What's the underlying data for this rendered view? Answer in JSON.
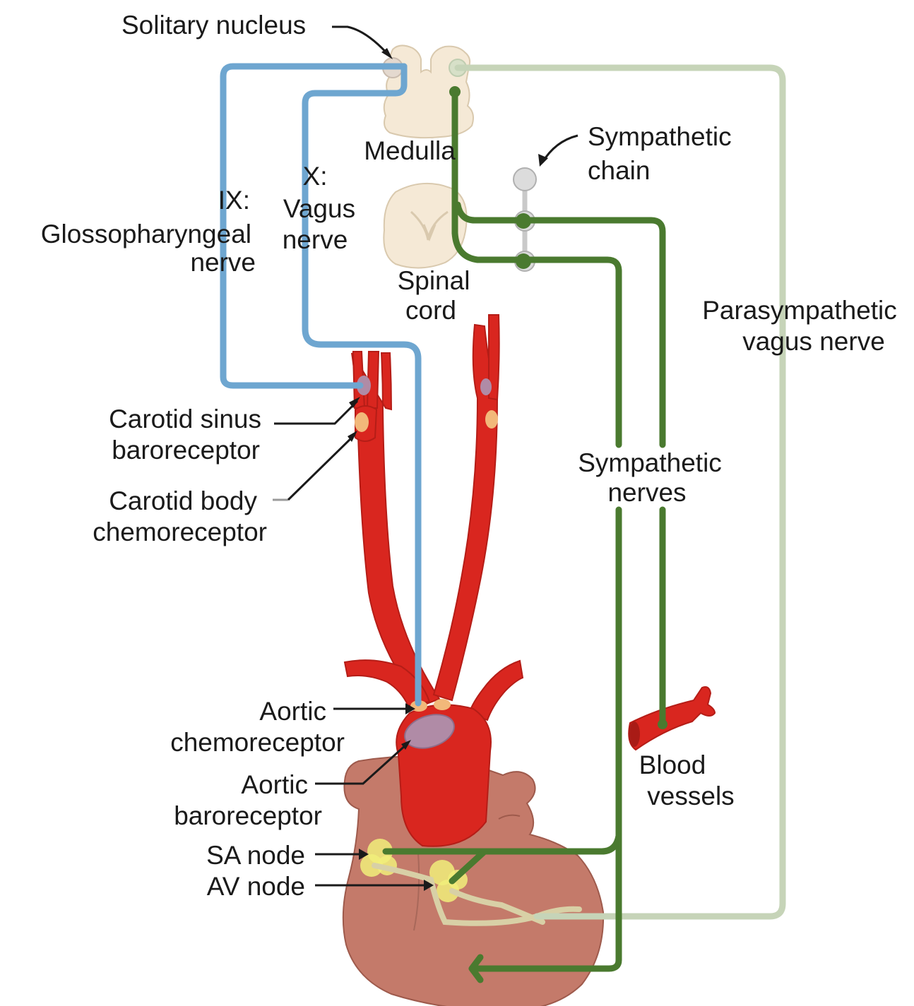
{
  "labels": {
    "solitary_nucleus": "Solitary nucleus",
    "medulla": "Medulla",
    "spinal_cord": [
      "Spinal",
      "cord"
    ],
    "sympathetic_chain": [
      "Sympathetic",
      "chain"
    ],
    "glossopharyngeal": [
      "IX:",
      "Glossopharyngeal",
      "nerve"
    ],
    "vagus": [
      "X:",
      "Vagus",
      "nerve"
    ],
    "parasympathetic_vagus": [
      "Parasympathetic",
      "vagus nerve"
    ],
    "carotid_sinus": [
      "Carotid sinus",
      "baroreceptor"
    ],
    "carotid_body": [
      "Carotid body",
      "chemoreceptor"
    ],
    "sympathetic_nerves": [
      "Sympathetic",
      "nerves"
    ],
    "aortic_chemoreceptor": [
      "Aortic",
      "chemoreceptor"
    ],
    "aortic_baroreceptor": [
      "Aortic",
      "baroreceptor"
    ],
    "blood_vessels": [
      "Blood",
      "vessels"
    ],
    "sa_node": "SA node",
    "av_node": "AV node"
  },
  "colors": {
    "afferent_nerve": "#6ea6d0",
    "sympathetic_nerve": "#4a7a2f",
    "parasympathetic_nerve": "#c6d4b8",
    "artery": "#d9261f",
    "heart": "#c47a6a",
    "receptor": "#f2b87a",
    "node": "#f1ee7a",
    "neural_tissue": "#f5e9d6"
  }
}
